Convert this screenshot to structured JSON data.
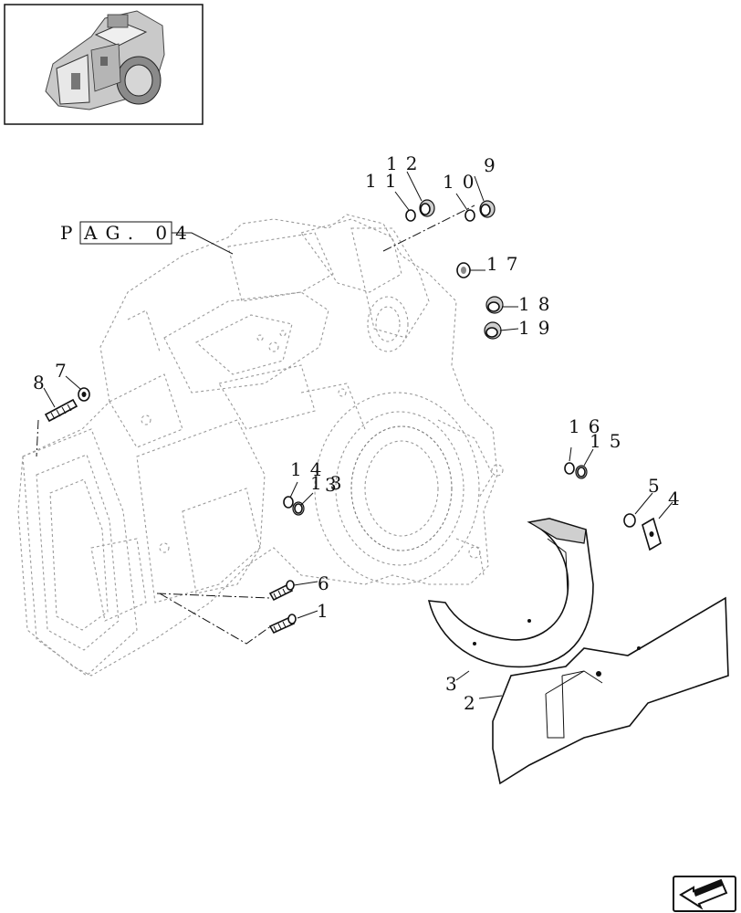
{
  "reference": {
    "text": "PAG. 04"
  },
  "callouts": [
    {
      "id": "c1",
      "text": "1"
    },
    {
      "id": "c2",
      "text": "2"
    },
    {
      "id": "c3",
      "text": "3"
    },
    {
      "id": "c4",
      "text": "4"
    },
    {
      "id": "c5",
      "text": "5"
    },
    {
      "id": "c6",
      "text": "6"
    },
    {
      "id": "c7",
      "text": "7"
    },
    {
      "id": "c8",
      "text": "8"
    },
    {
      "id": "c9",
      "text": "9"
    },
    {
      "id": "c10",
      "text": "10"
    },
    {
      "id": "c11",
      "text": "11"
    },
    {
      "id": "c12",
      "text": "12"
    },
    {
      "id": "c13",
      "text": "13"
    },
    {
      "id": "c14",
      "text": "14"
    },
    {
      "id": "c15",
      "text": "15"
    },
    {
      "id": "c16",
      "text": "16"
    },
    {
      "id": "c17",
      "text": "17"
    },
    {
      "id": "c18",
      "text": "18"
    },
    {
      "id": "c19",
      "text": "19"
    },
    {
      "id": "c3b",
      "text": "3"
    },
    {
      "id": "c5b",
      "text": "5"
    }
  ],
  "nav": {
    "icon": "next-page-arrow-icon"
  }
}
